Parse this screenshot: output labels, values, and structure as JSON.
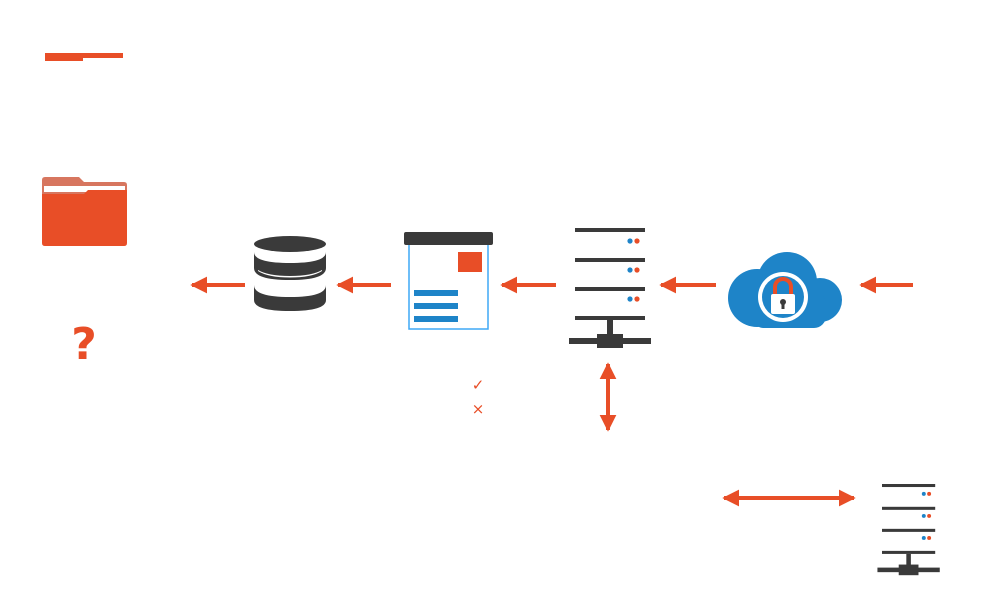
{
  "colors": {
    "accent": "#E84E27",
    "dark": "#3A3A3A",
    "blue": "#1E84C8",
    "blue_light": "#3FA9F5",
    "folder_tab": "#D7765F",
    "white": "#FFFFFF"
  },
  "icons": {
    "banner": "banner-bar-icon",
    "folder": "folder-icon",
    "help": "question-mark-icon",
    "database": "database-icon",
    "form": "web-form-icon",
    "server_main": "server-rack-icon",
    "cloud": "cloud-lock-icon",
    "server_secondary": "server-rack-icon",
    "check": "check-icon",
    "cross": "cross-icon"
  },
  "glyphs": {
    "help": "?",
    "check": "✓",
    "cross": "×"
  },
  "flow": {
    "direction": "right-to-left",
    "sequence": [
      "incoming",
      "cloud-lock",
      "server",
      "web-form",
      "database",
      "outgoing"
    ],
    "server_link": "bidirectional-vertical",
    "peer_link": "bidirectional-horizontal"
  }
}
